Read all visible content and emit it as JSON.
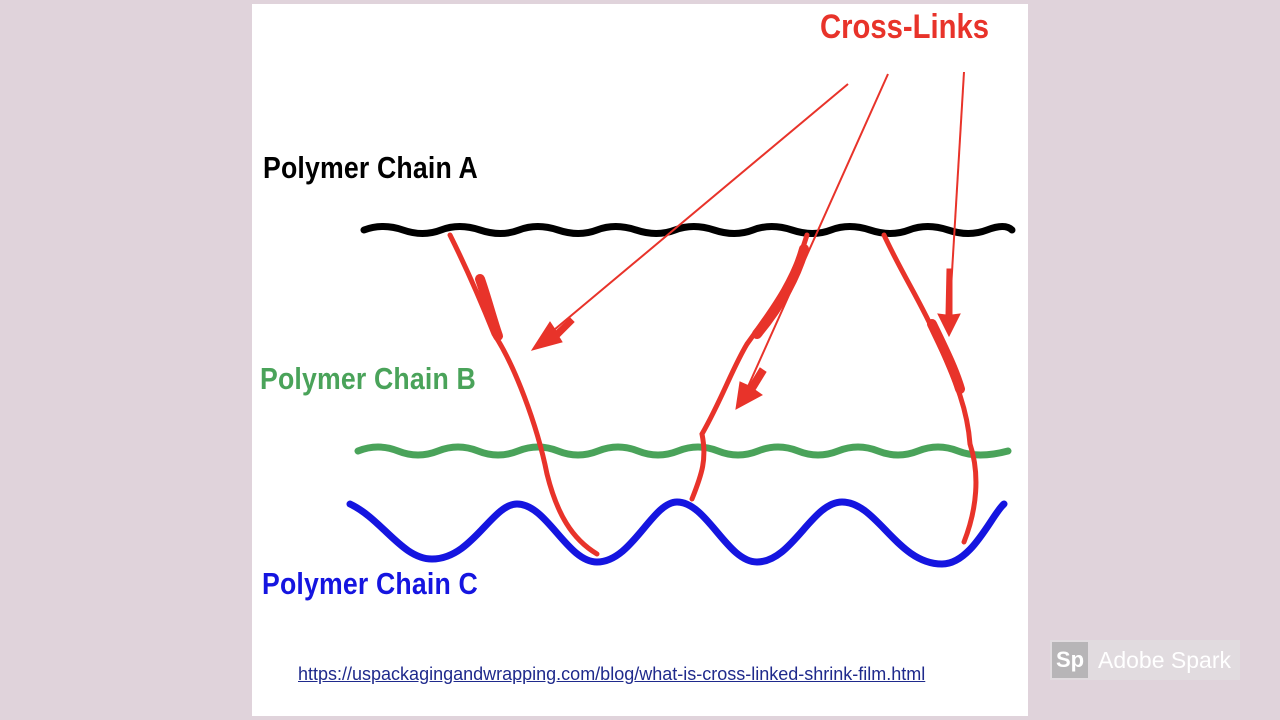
{
  "labels": {
    "chain_a": "Polymer Chain A",
    "chain_b": "Polymer Chain B",
    "chain_c": "Polymer Chain C",
    "crosslinks": "Cross-Links"
  },
  "source_url": "https://uspackagingandwrapping.com/blog/what-is-cross-linked-shrink-film.html",
  "watermark": {
    "logo_text": "Sp",
    "brand": "Adobe Spark"
  },
  "colors": {
    "background": "#e0d3db",
    "chain_a": "#000000",
    "chain_b": "#4aa35a",
    "chain_c": "#1515e0",
    "crosslink": "#e8332a",
    "link": "#1f2a8c"
  }
}
